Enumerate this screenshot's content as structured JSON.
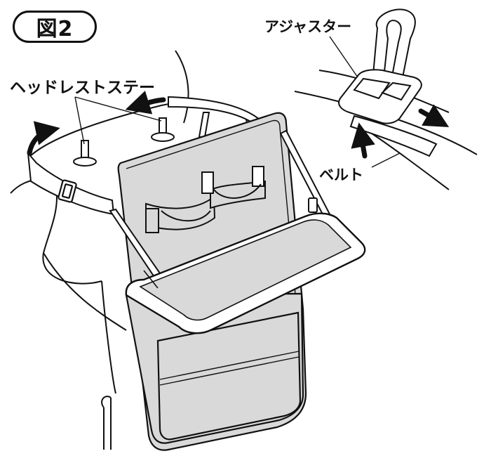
{
  "figure_label": "図2",
  "labels": {
    "headrest_stay": "ヘッドレストステー",
    "adjuster": "アジャスター",
    "belt": "ベルト"
  },
  "colors": {
    "line": "#111111",
    "fill_gray": "#d9d9d9",
    "background": "#ffffff"
  }
}
